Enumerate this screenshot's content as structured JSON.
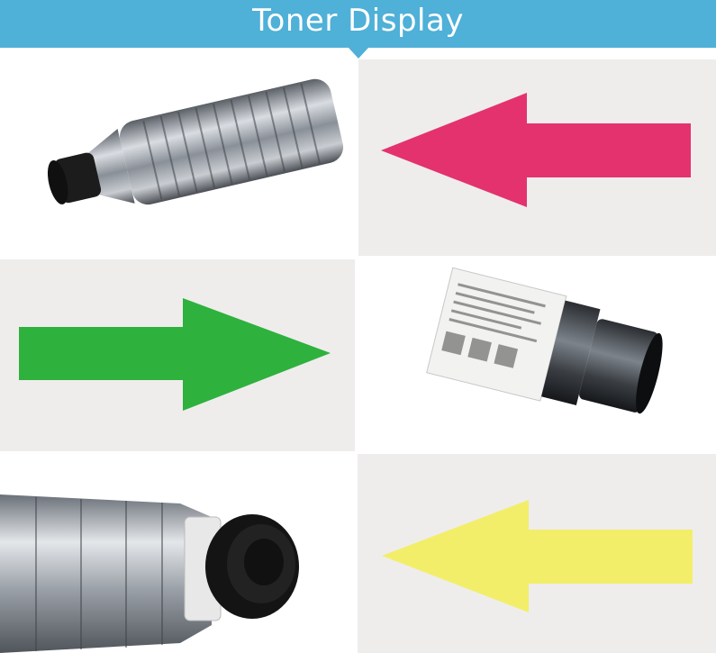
{
  "header": {
    "title": "Toner Display"
  },
  "colors": {
    "banner": "#4fb0d8",
    "magenta_arrow": "#e4326f",
    "green_arrow": "#2fb13d",
    "yellow_arrow": "#f3ee6a",
    "panel_gray": "#eeedec"
  },
  "rows": [
    {
      "image": "toner-cartridge-side-view",
      "arrow": "magenta",
      "arrow_direction": "left"
    },
    {
      "image": "toner-cartridge-label-view",
      "arrow": "green",
      "arrow_direction": "right"
    },
    {
      "image": "toner-cartridge-cap-closeup",
      "arrow": "yellow",
      "arrow_direction": "left"
    }
  ]
}
